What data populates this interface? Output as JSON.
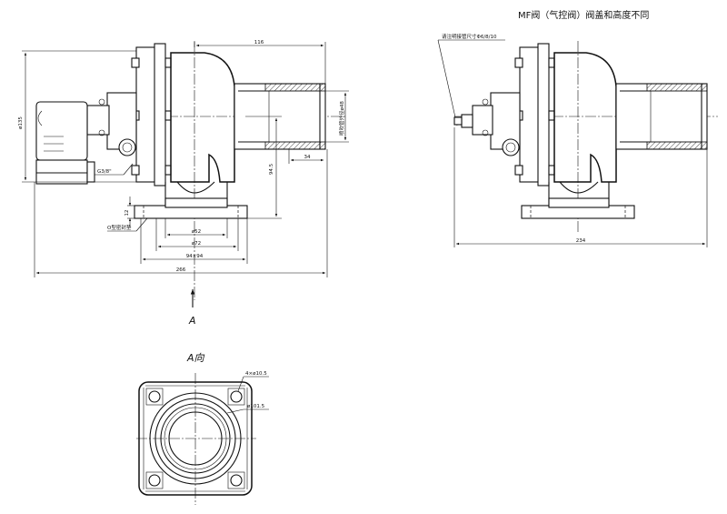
{
  "titles": {
    "mf_title": "MF阀（气控阀）阀盖和高度不同",
    "view_a_title": "A向",
    "arrow_label": "A"
  },
  "left_view": {
    "dim_top_width": "116",
    "dim_height": "ø135",
    "dim_outlet_dia": "ø48",
    "dim_outlet_note": "喷吹管外径",
    "dim_stub": "34",
    "dim_center_height": "94.5",
    "dim_thread": "G3/8\"",
    "dim_flange_thk": "12",
    "label_flange": "O型密封垫",
    "dim_inner": "ø52",
    "dim_mid": "ø72",
    "dim_square": "94×94",
    "dim_total": "266"
  },
  "right_view": {
    "label_pipe": "请注明接管尺寸Φ6/8/10",
    "dim_total": "234"
  },
  "bottom_view": {
    "dim_holes": "4×ø10.5",
    "dim_bolt_circle": "ø101.5"
  }
}
